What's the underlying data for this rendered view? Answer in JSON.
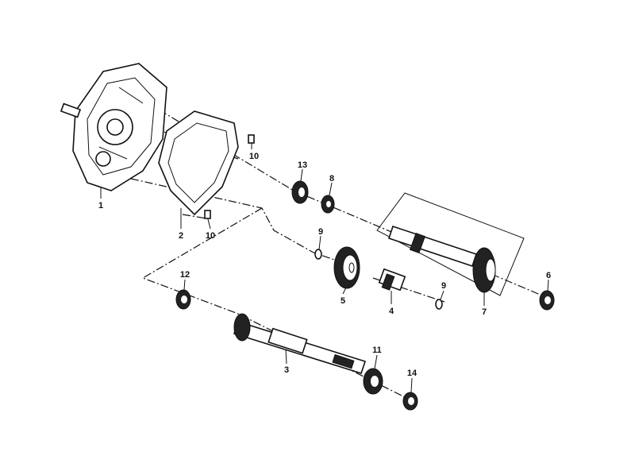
{
  "parts": [
    {
      "id": "case",
      "label": "1"
    },
    {
      "id": "gasket",
      "label": "2"
    },
    {
      "id": "dowel-upper",
      "label": "10"
    },
    {
      "id": "dowel-lower",
      "label": "10"
    },
    {
      "id": "bearing-13",
      "label": "13"
    },
    {
      "id": "bearing-8",
      "label": "8"
    },
    {
      "id": "clip-9-upper",
      "label": "9"
    },
    {
      "id": "gear-5",
      "label": "5"
    },
    {
      "id": "gear-4",
      "label": "4"
    },
    {
      "id": "clip-9-lower",
      "label": "9"
    },
    {
      "id": "shaft-7",
      "label": "7"
    },
    {
      "id": "seal-6",
      "label": "6"
    },
    {
      "id": "bearing-12",
      "label": "12"
    },
    {
      "id": "shaft-3",
      "label": "3"
    },
    {
      "id": "bearing-11",
      "label": "11"
    },
    {
      "id": "seal-14",
      "label": "14"
    }
  ]
}
